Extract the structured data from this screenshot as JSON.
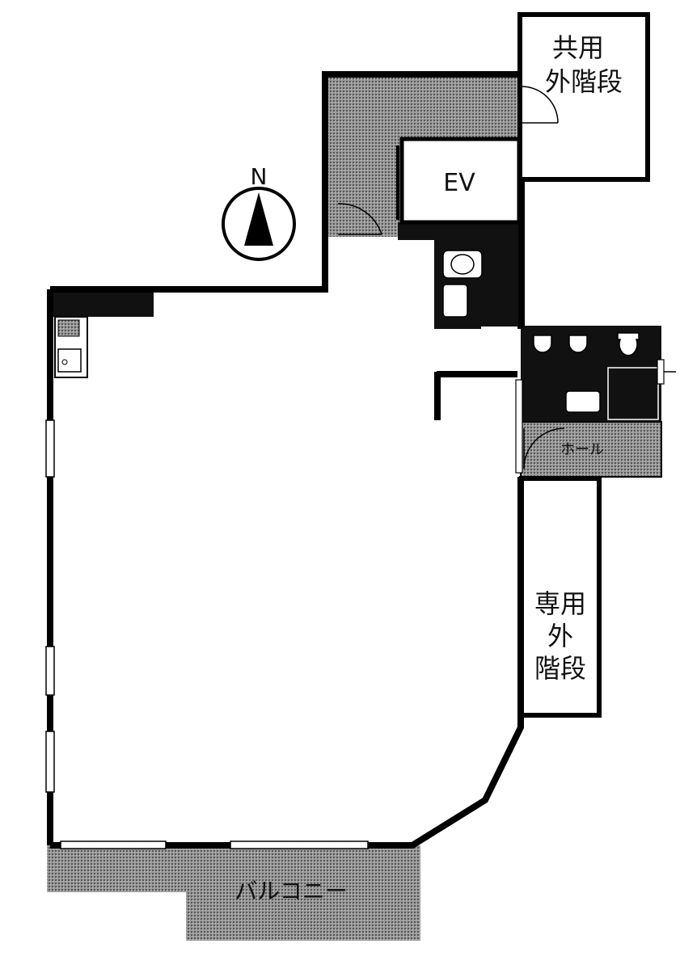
{
  "compass": {
    "north_label": "N"
  },
  "labels": {
    "shared_stairs_line1": "共用",
    "shared_stairs_line2": "外階段",
    "elevator": "EV",
    "hall": "ホール",
    "private_stairs_line1": "専用",
    "private_stairs_line2": "外",
    "private_stairs_line3": "階段",
    "balcony": "バルコニー"
  },
  "colors": {
    "wall": "#000000",
    "hatch": "#8a8a8a",
    "background": "#ffffff"
  }
}
